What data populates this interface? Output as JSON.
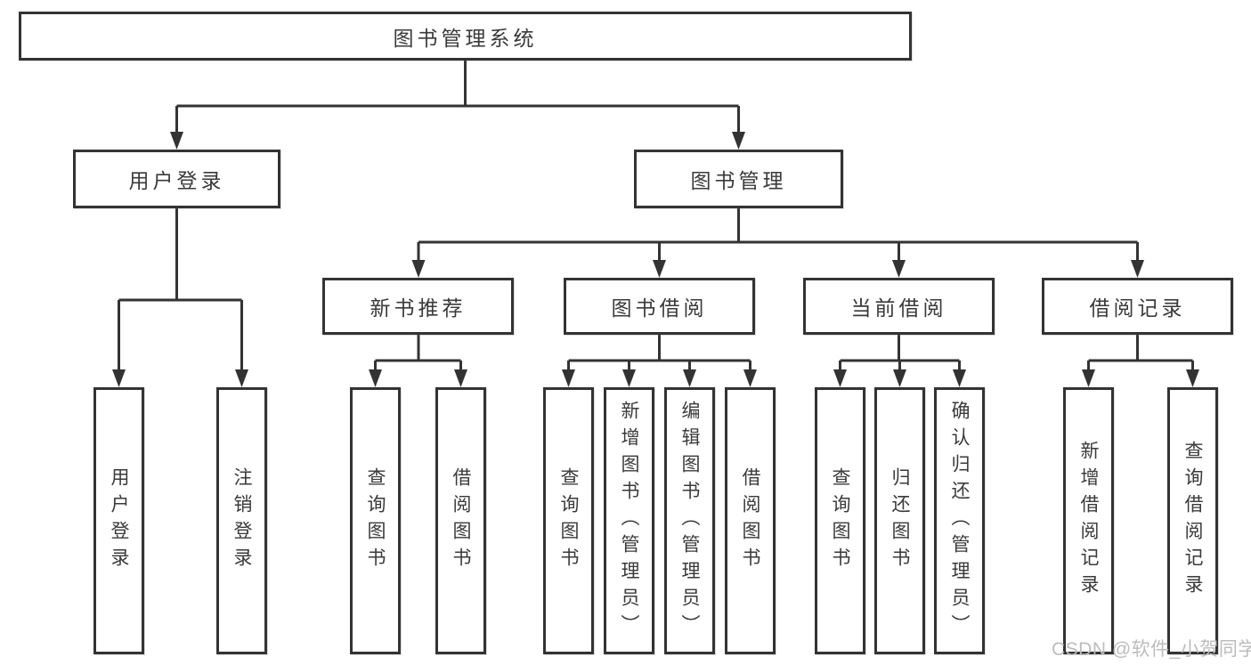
{
  "colors": {
    "line": "#333333",
    "text": "#3a3a3a",
    "watermark": "#bcbcbc",
    "background": "#ffffff"
  },
  "diagram": {
    "root": {
      "label": "图书管理系统"
    },
    "branches": [
      {
        "label": "用户登录",
        "children": [
          {
            "label": "用户登录"
          },
          {
            "label": "注销登录"
          }
        ]
      },
      {
        "label": "图书管理",
        "children": [
          {
            "label": "新书推荐",
            "children": [
              {
                "label": "查询图书"
              },
              {
                "label": "借阅图书"
              }
            ]
          },
          {
            "label": "图书借阅",
            "children": [
              {
                "label": "查询图书"
              },
              {
                "label": "新增图书（管理员）"
              },
              {
                "label": "编辑图书（管理员）"
              },
              {
                "label": "借阅图书"
              }
            ]
          },
          {
            "label": "当前借阅",
            "children": [
              {
                "label": "查询图书"
              },
              {
                "label": "归还图书"
              },
              {
                "label": "确认归还（管理员）"
              }
            ]
          },
          {
            "label": "借阅记录",
            "children": [
              {
                "label": "新增借阅记录"
              },
              {
                "label": "查询借阅记录"
              }
            ]
          }
        ]
      }
    ]
  },
  "watermark": {
    "text": "CSDN @软件_小贺同学"
  }
}
